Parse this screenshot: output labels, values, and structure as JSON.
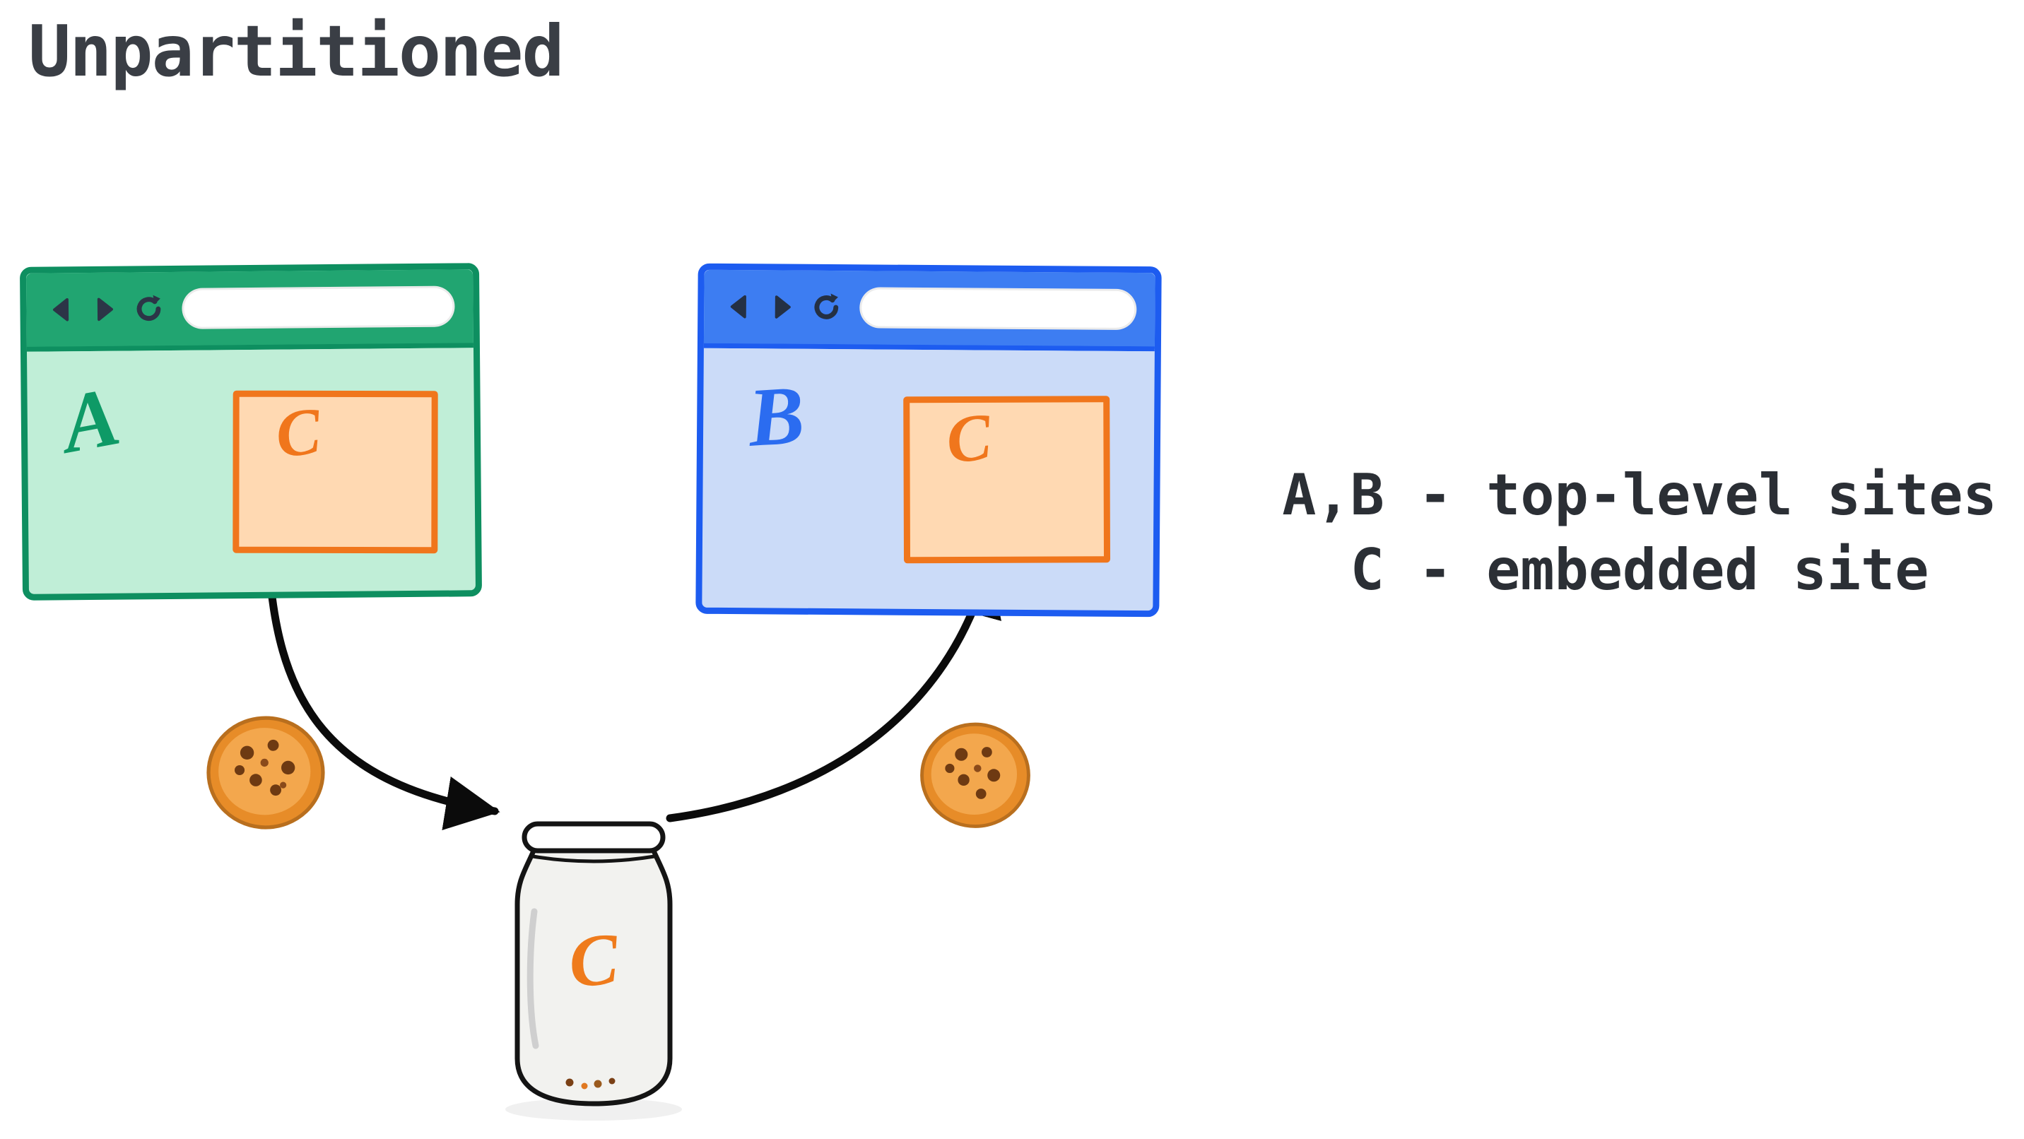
{
  "title": "Unpartitioned",
  "windows": {
    "a": {
      "label": "A",
      "embed_label": "C"
    },
    "b": {
      "label": "B",
      "embed_label": "C"
    }
  },
  "legend": {
    "line1": "A,B - top-level sites",
    "line2": "C - embedded site"
  },
  "jar": {
    "label": "C"
  },
  "icons": {
    "back": "back-icon",
    "forward": "forward-icon",
    "reload": "reload-icon",
    "cookie": "cookie-icon",
    "jar": "cookie-jar-icon"
  },
  "colors": {
    "green_border": "#0e8f60",
    "green_bar": "#21a571",
    "green_body": "#c0eed7",
    "blue_border": "#1d5cf0",
    "blue_bar": "#3d7df2",
    "blue_body": "#cbdbf8",
    "orange": "#f0761c",
    "orange_fill": "#ffd9b2",
    "arrow": "#0b0b0b",
    "text": "#3a3e45"
  }
}
